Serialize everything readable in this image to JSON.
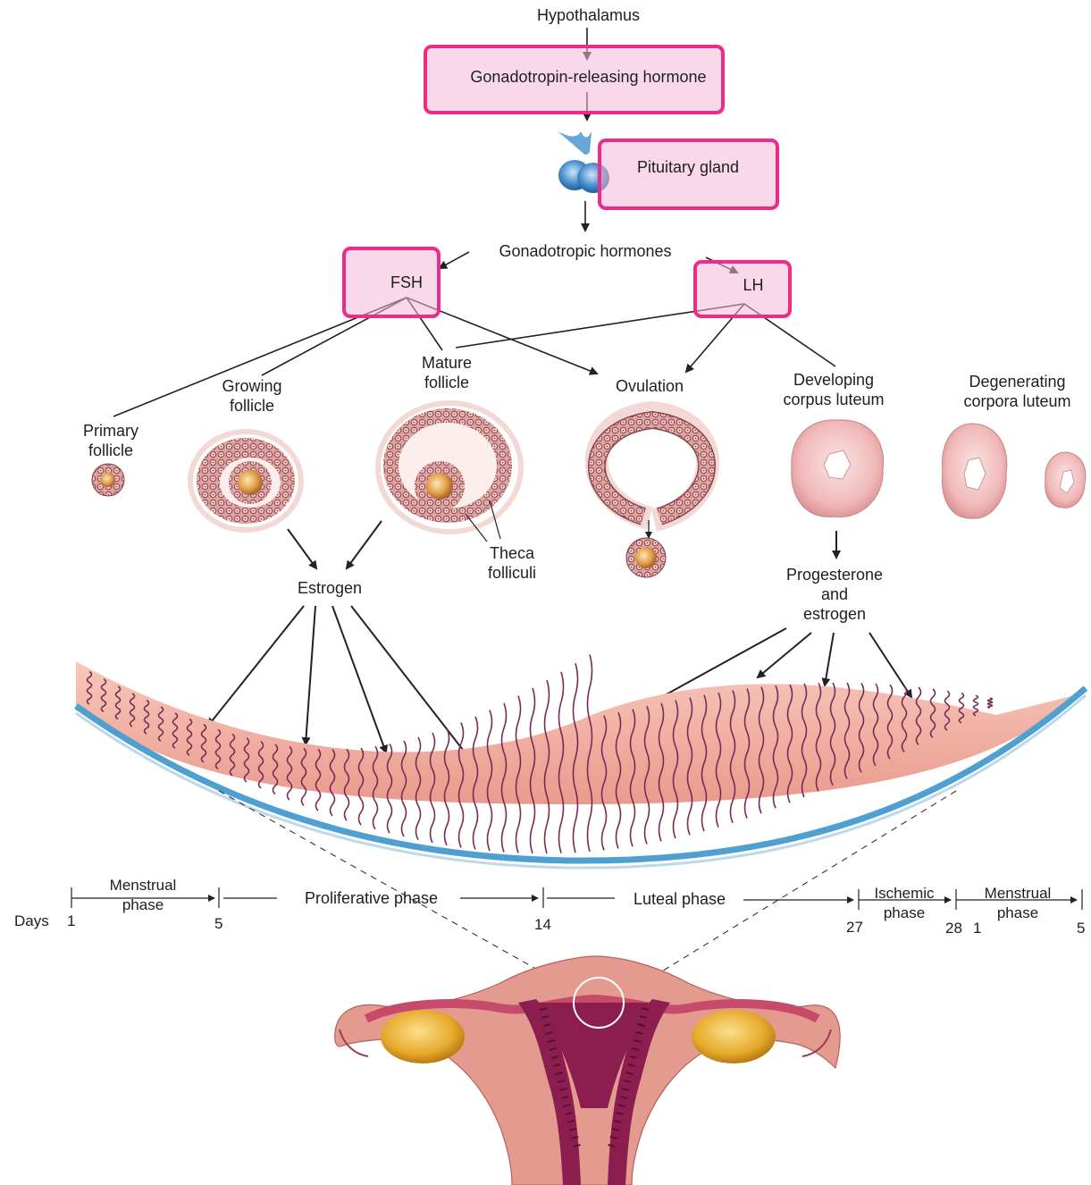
{
  "labels": {
    "hypothalamus": "Hypothalamus",
    "gnrh": "Gonadotropin-releasing hormone",
    "pituitary": "Pituitary gland",
    "gonadotropic": "Gonadotropic hormones",
    "fsh": "FSH",
    "lh": "LH",
    "primary_follicle": "Primary\nfollicle",
    "growing_follicle": "Growing\nfollicle",
    "mature_follicle": "Mature\nfollicle",
    "ovulation": "Ovulation",
    "developing_cl": "Developing\ncorpus luteum",
    "degenerating_cl": "Degenerating\ncorpora luteum",
    "theca": "Theca\nfolliculi",
    "estrogen": "Estrogen",
    "prog_estrogen": "Progesterone\nand\nestrogen"
  },
  "timeline": {
    "days_label": "Days",
    "phases": {
      "menstrual_1": "Menstrual\nphase",
      "proliferative": "Proliferative phase",
      "luteal": "Luteal phase",
      "ischemic": "Ischemic\nphase",
      "menstrual_2": "Menstrual\nphase"
    },
    "days": [
      "1",
      "5",
      "14",
      "27",
      "28",
      "1",
      "5"
    ]
  },
  "colors": {
    "highlight_border": "#ee2c88",
    "highlight_fill": "#f4b9d7",
    "endometrium": "#f2b3a6",
    "myometrium_line": "#4f9fd0",
    "gland": "#7a2a55",
    "follicle": "#d9908e",
    "oocyte": "#e8a64b",
    "pituitary": "#3f84c8",
    "uterus": "#c8475e",
    "ovary": "#e6b03a"
  }
}
